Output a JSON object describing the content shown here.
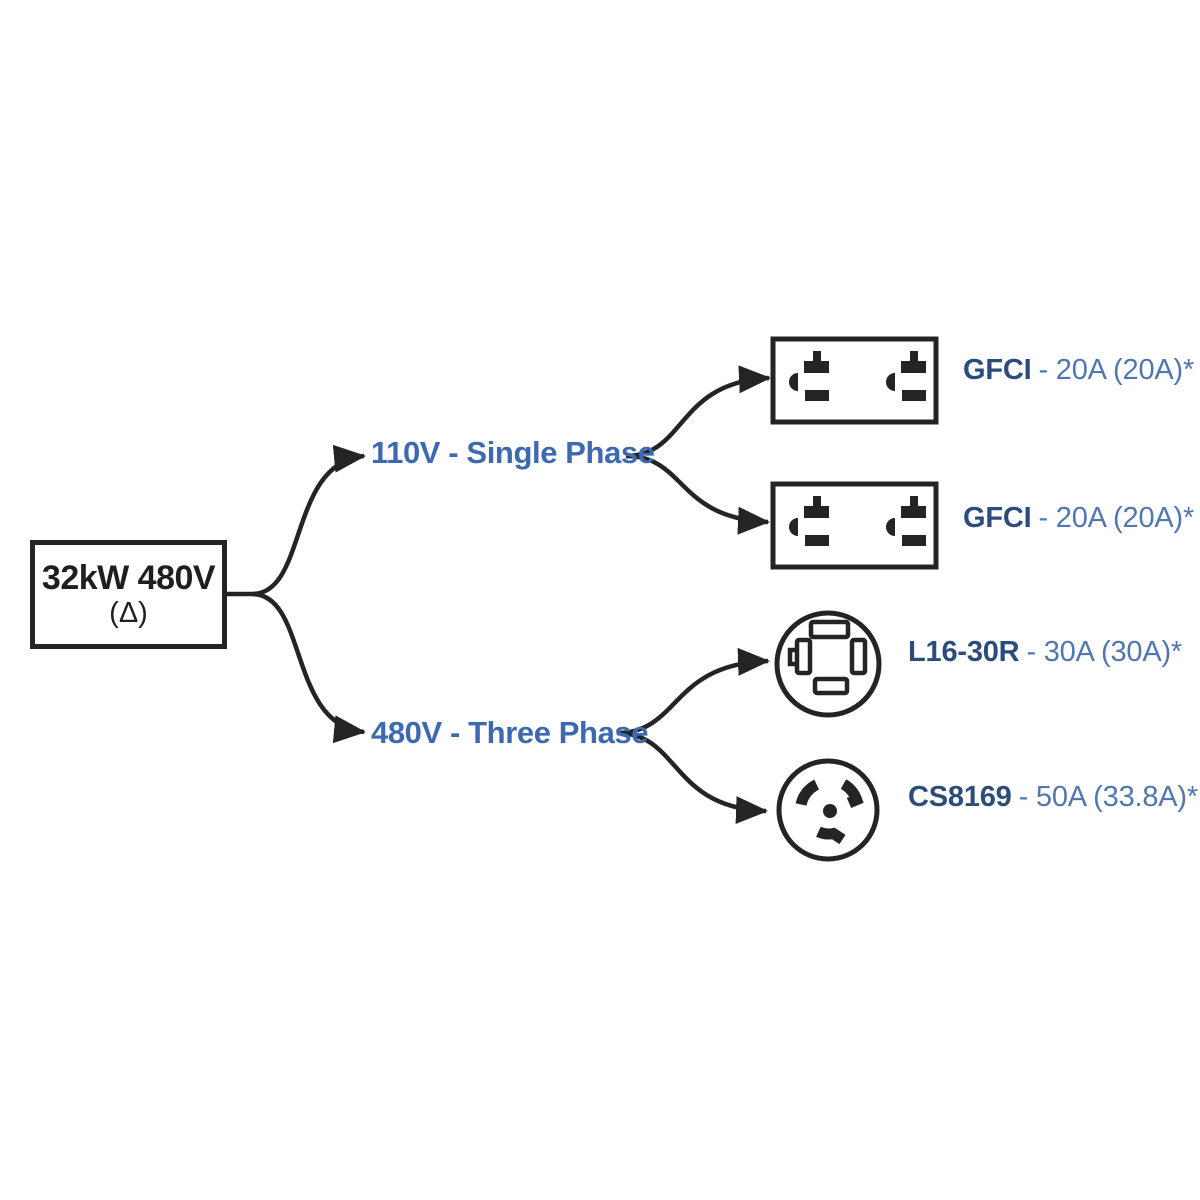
{
  "diagram": {
    "source": {
      "title": "32kW 480V",
      "subtitle": "(Δ)"
    },
    "branches": [
      {
        "label": "110V - Single Phase",
        "outputs": [
          {
            "name": "GFCI",
            "rating": "- 20A (20A)*",
            "icon": "duplex-gfci-outlet-icon"
          },
          {
            "name": "GFCI",
            "rating": "- 20A (20A)*",
            "icon": "duplex-gfci-outlet-icon"
          }
        ]
      },
      {
        "label": "480V - Three Phase",
        "outputs": [
          {
            "name": "L16-30R",
            "rating": "- 30A (30A)*",
            "icon": "l16-30r-twist-lock-outlet-icon"
          },
          {
            "name": "CS8169",
            "rating": "- 50A (33.8A)*",
            "icon": "cs8169-locking-outlet-icon"
          }
        ]
      }
    ],
    "colors": {
      "line_black": "#242424",
      "branch_label_blue": "#3c69b0",
      "output_name_blue": "#2c4c7c",
      "output_rating_blue": "#5077b0",
      "background": "#ffffff"
    }
  }
}
